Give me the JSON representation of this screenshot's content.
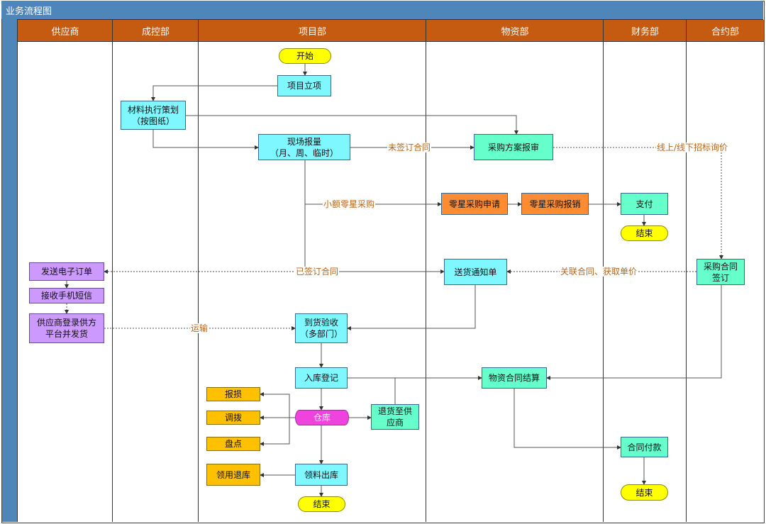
{
  "title": "业务流程图",
  "lanes": [
    "供应商",
    "成控部",
    "项目部",
    "物资部",
    "财务部",
    "合约部"
  ],
  "nodes": {
    "start": "开始",
    "project_setup": "项目立项",
    "material_plan": "材料执行策划\n（按图纸）",
    "site_report": "现场报量\n（月、周、临时）",
    "purchase_review": "采购方案报审",
    "petty_apply": "零星采购申请",
    "petty_reimburse": "零星采购报销",
    "pay": "支付",
    "end_pay": "结束",
    "send_order": "发送电子订单",
    "receive_sms": "接收手机短信",
    "supplier_ship": "供应商登录供方\n平台并发货",
    "delivery_notice": "送货通知单",
    "contract_sign": "采购合同\n签订",
    "arrival_check": "到货验收\n（多部门）",
    "stock_in": "入库登记",
    "settlement": "物资合同结算",
    "damage": "报损",
    "transfer": "调拨",
    "inventory": "盘点",
    "warehouse": "仓库",
    "return_supplier": "退货至供\n应商",
    "contract_payment": "合同付款",
    "issue_out": "领料出库",
    "return_stock": "领用退库",
    "end_project": "结束",
    "end_finance": "结束"
  },
  "edge_labels": {
    "unsigned": "未签订合同",
    "bidding": "线上/线下招标询价",
    "petty": "小额零星采购",
    "signed": "已签订合同",
    "link_contract": "关联合同、获取单价",
    "transport": "运输"
  },
  "colors": {
    "header": "#c55a11",
    "title": "#4f86b9",
    "process": "#7ff7ff",
    "approval": "#66ffcc",
    "petty": "#ff8c32",
    "stock_ops": "#ffc000",
    "supplier": "#cc99ff",
    "terminal": "#ffff00",
    "warehouse": "#ee44dd"
  }
}
